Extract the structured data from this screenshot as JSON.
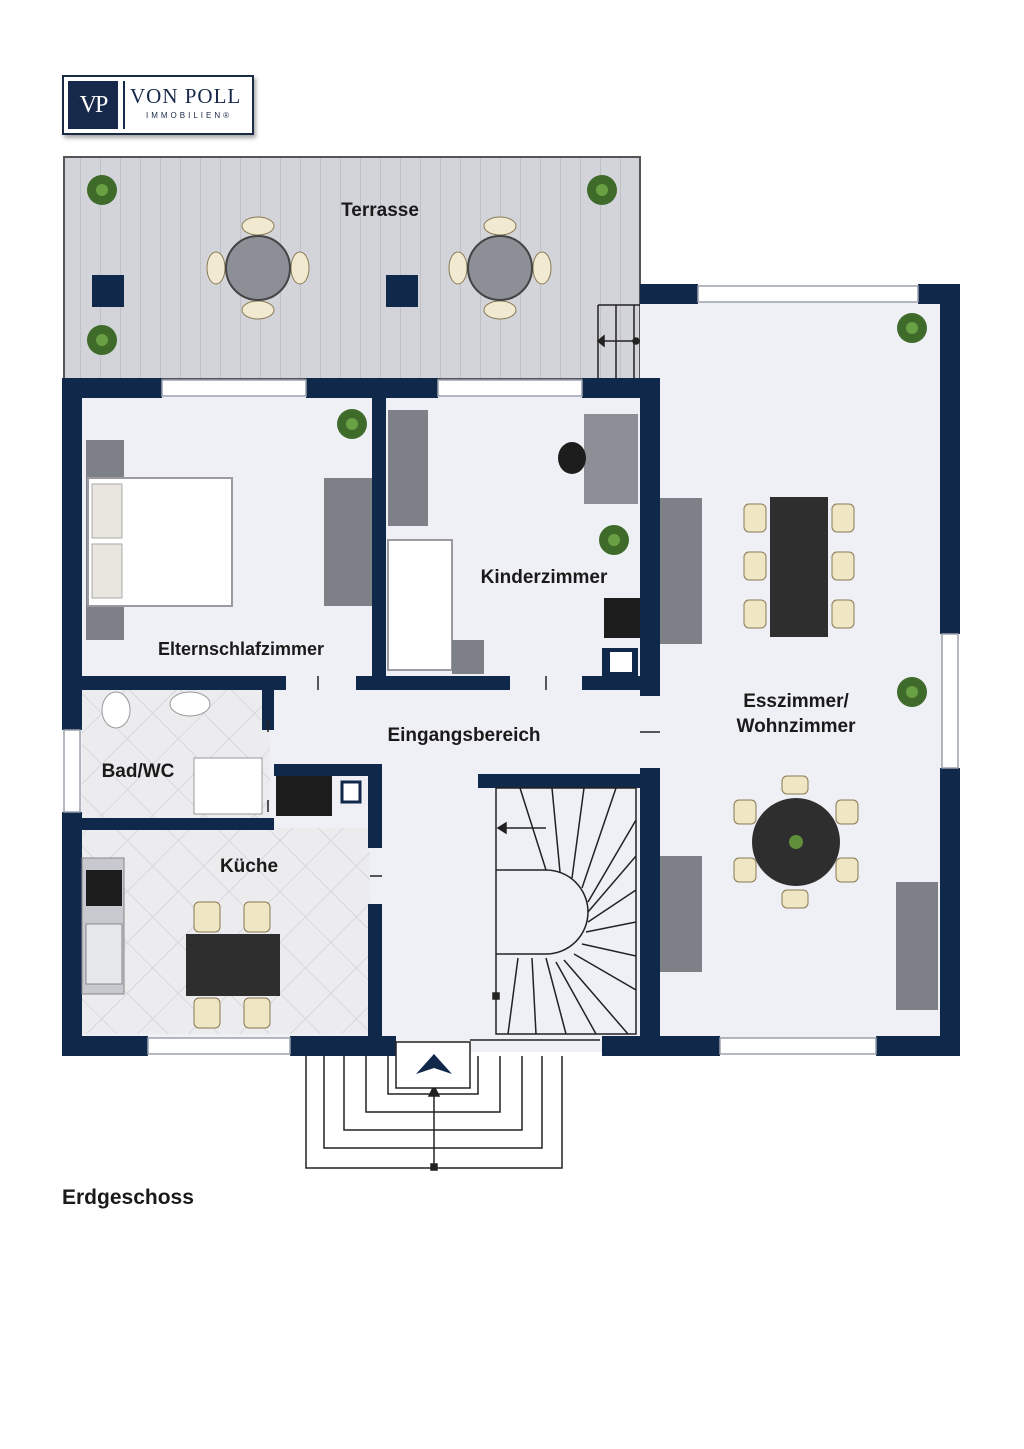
{
  "brand": {
    "mark": "VP",
    "name": "VON POLL",
    "subline": "IMMOBILIEN®"
  },
  "floor": {
    "title": "Erdgeschoss"
  },
  "rooms": {
    "terrace": "Terrasse",
    "master_bedroom": "Elternschlafzimmer",
    "kids_room": "Kinderzimmer",
    "dining_living_line1": "Esszimmer/",
    "dining_living_line2": "Wohnzimmer",
    "entrance": "Eingangsbereich",
    "bathroom": "Bad/WC",
    "kitchen": "Küche"
  },
  "colors": {
    "wall": "#10284a",
    "floor": "#eef0f5",
    "terrace_deck": "#cfd0d6",
    "tile": "#e9e9ec",
    "furniture_dark": "#2e2e2e",
    "plant": "#3f6b2a"
  }
}
